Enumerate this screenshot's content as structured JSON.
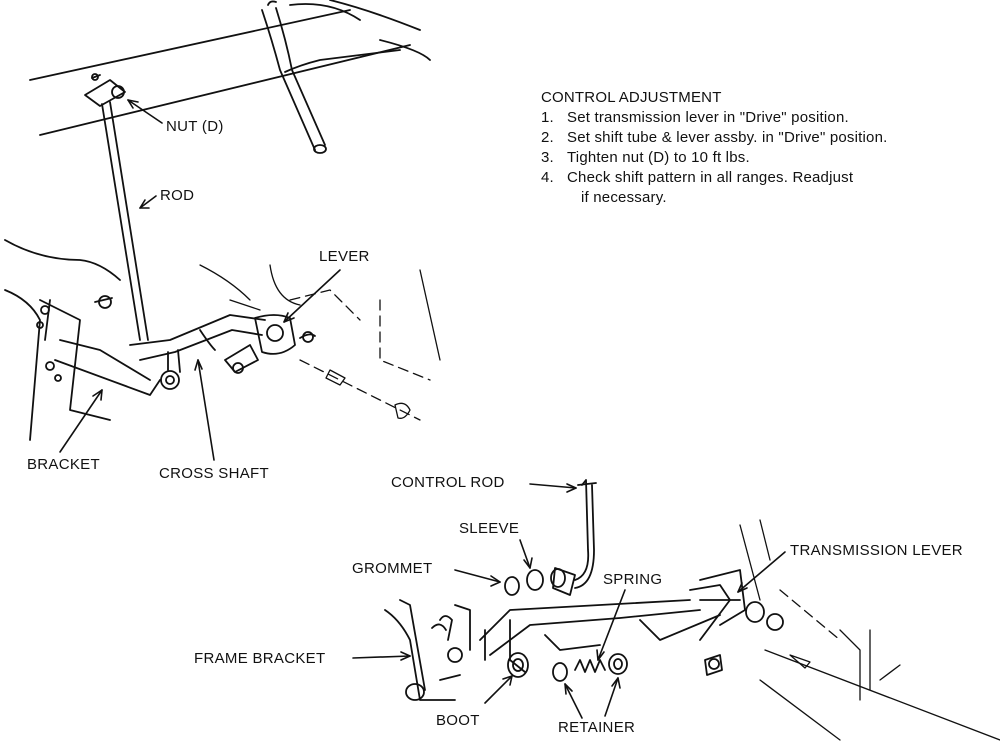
{
  "labels": {
    "nut_d": "NUT (D)",
    "rod": "ROD",
    "lever": "LEVER",
    "bracket": "BRACKET",
    "cross_shaft": "CROSS SHAFT",
    "control_rod": "CONTROL ROD",
    "sleeve": "SLEEVE",
    "grommet": "GROMMET",
    "spring": "SPRING",
    "transmission_lever": "TRANSMISSION LEVER",
    "frame_bracket": "FRAME BRACKET",
    "boot": "BOOT",
    "retainer": "RETAINER"
  },
  "notes": {
    "title": "CONTROL ADJUSTMENT",
    "steps": [
      {
        "num": "1.",
        "text": "Set transmission lever in \"Drive\" position."
      },
      {
        "num": "2.",
        "text": "Set shift tube & lever assby. in \"Drive\" position."
      },
      {
        "num": "3.",
        "text": "Tighten nut (D) to 10 ft lbs."
      },
      {
        "num": "4.",
        "text": "Check shift pattern in all ranges. Readjust",
        "cont": "if necessary."
      }
    ]
  }
}
